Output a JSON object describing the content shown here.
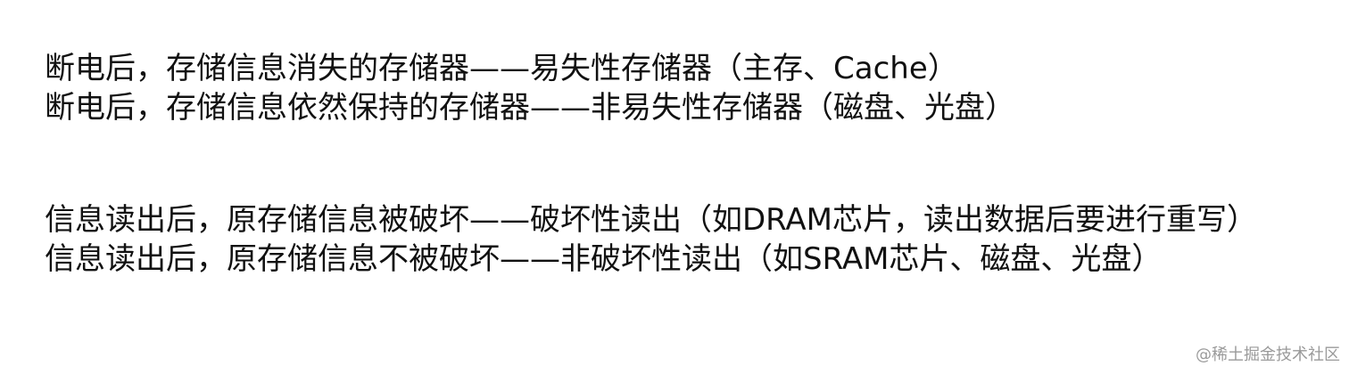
{
  "lines": [
    "断电后，存储信息消失的存储器——易失性存储器（主存、Cache）",
    "断电后，存储信息依然保持的存储器——非易失性存储器（磁盘、光盘）",
    "信息读出后，原存储信息被破坏——破坏性读出（如DRAM芯片，读出数据后要进行重写）",
    "信息读出后，原存储信息不被破坏——非破坏性读出（如SRAM芯片、磁盘、光盘）"
  ],
  "watermark": "@稀土掘金技术社区"
}
